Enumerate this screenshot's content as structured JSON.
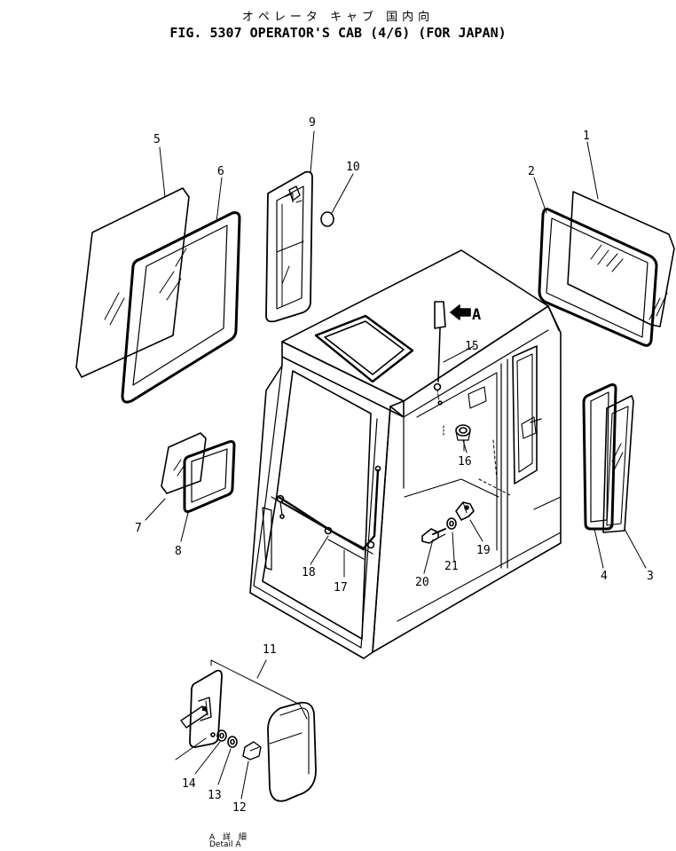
{
  "header": {
    "title_jp": "オペレータ キャブ 国内向",
    "title_en": "FIG. 5307 OPERATOR'S CAB (4/6) (FOR JAPAN)"
  },
  "callouts": [
    "1",
    "2",
    "3",
    "4",
    "5",
    "6",
    "7",
    "8",
    "9",
    "10",
    "11",
    "12",
    "13",
    "14",
    "15",
    "16",
    "17",
    "18",
    "19",
    "20",
    "21"
  ],
  "arrow_label": "A",
  "detail": {
    "label_jp": "A 詳 細",
    "label_en": "Detail A"
  }
}
